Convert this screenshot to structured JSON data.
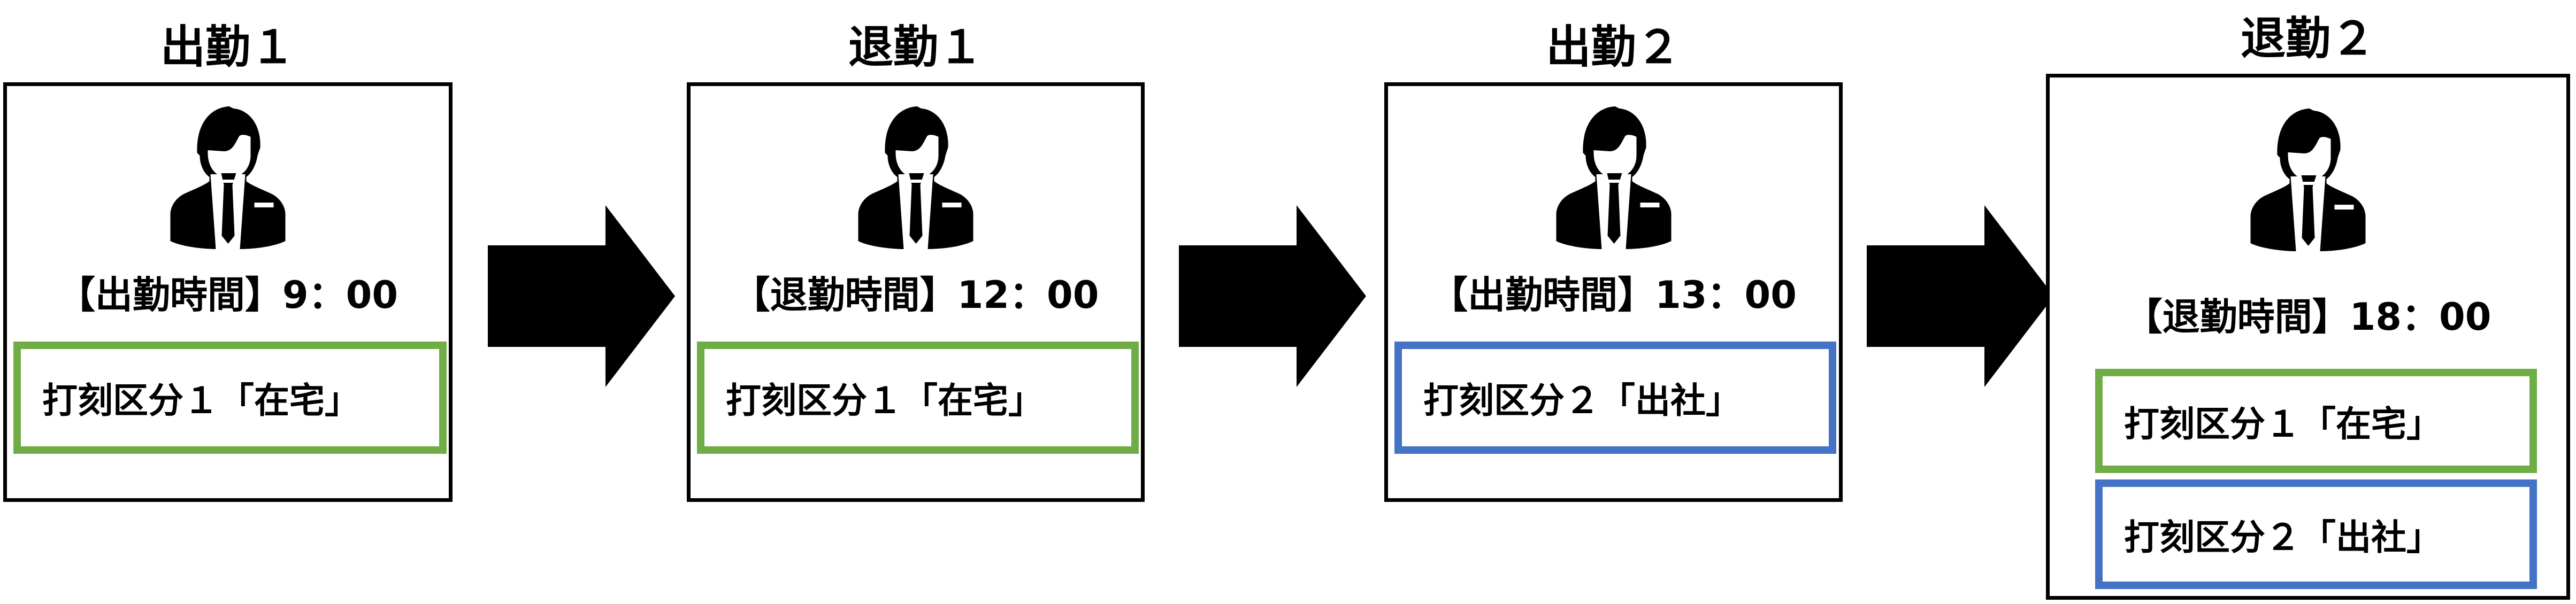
{
  "steps": [
    {
      "title": "出勤１",
      "time": "【出勤時間】9：00",
      "categories": [
        {
          "label": "打刻区分１「在宅」",
          "color": "#70AD47"
        }
      ]
    },
    {
      "title": "退勤１",
      "time": "【退勤時間】12：00",
      "categories": [
        {
          "label": "打刻区分１「在宅」",
          "color": "#70AD47"
        }
      ]
    },
    {
      "title": "出勤２",
      "time": "【出勤時間】13：00",
      "categories": [
        {
          "label": "打刻区分２「出社」",
          "color": "#4472C4"
        }
      ]
    },
    {
      "title": "退勤２",
      "time": "【退勤時間】18：00",
      "categories": [
        {
          "label": "打刻区分１「在宅」",
          "color": "#70AD47"
        },
        {
          "label": "打刻区分２「出社」",
          "color": "#4472C4"
        }
      ]
    }
  ],
  "icons": {
    "person": "businessman-icon",
    "arrow": "right-arrow-icon"
  }
}
